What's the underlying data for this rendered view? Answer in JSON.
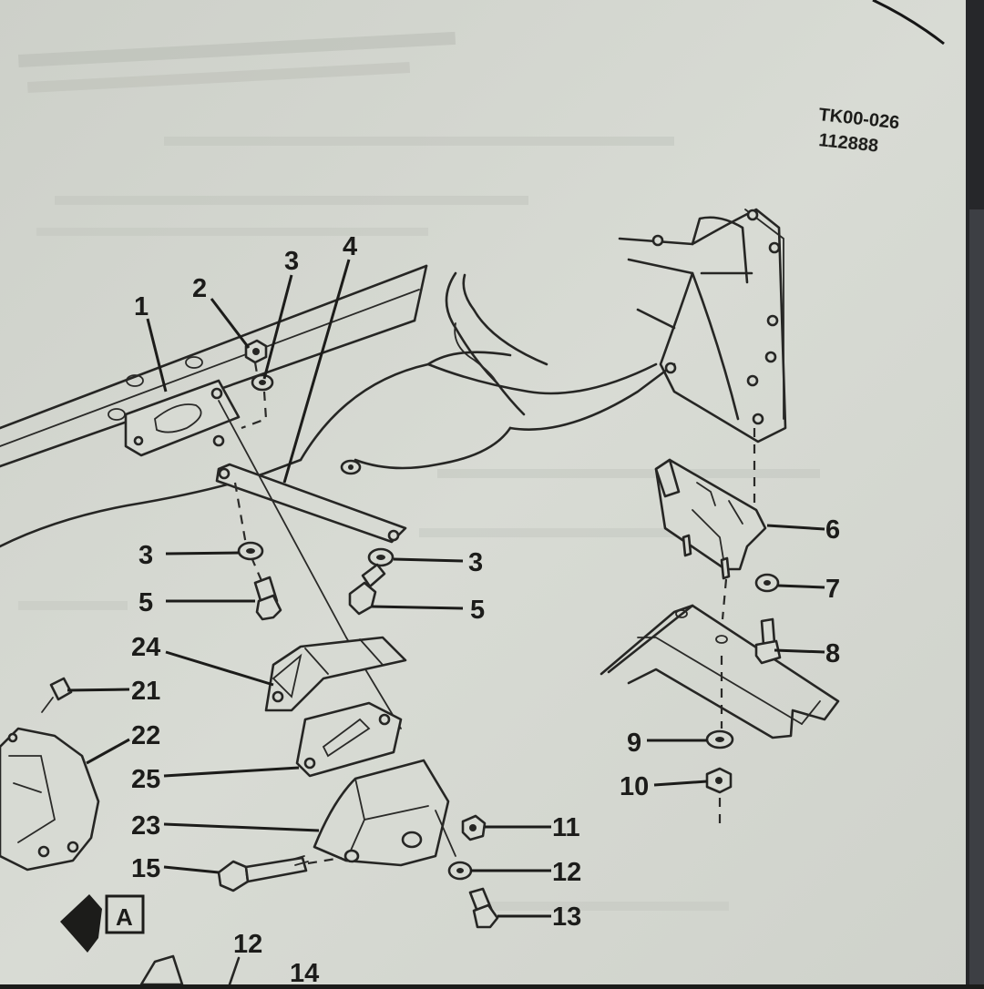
{
  "doc_code": {
    "line1": "TK00-026",
    "line2": "112888"
  },
  "callouts": {
    "c1": "1",
    "c2": "2",
    "c3a": "3",
    "c4": "4",
    "c3b": "3",
    "c5a": "5",
    "c3c": "3",
    "c5b": "5",
    "c6": "6",
    "c7": "7",
    "c8": "8",
    "c9": "9",
    "c10": "10",
    "c24": "24",
    "c21": "21",
    "c22": "22",
    "c25": "25",
    "c23": "23",
    "c15": "15",
    "c11": "11",
    "c12a": "12",
    "c13": "13",
    "c12b": "12",
    "c14": "14"
  },
  "view_marker": "A"
}
